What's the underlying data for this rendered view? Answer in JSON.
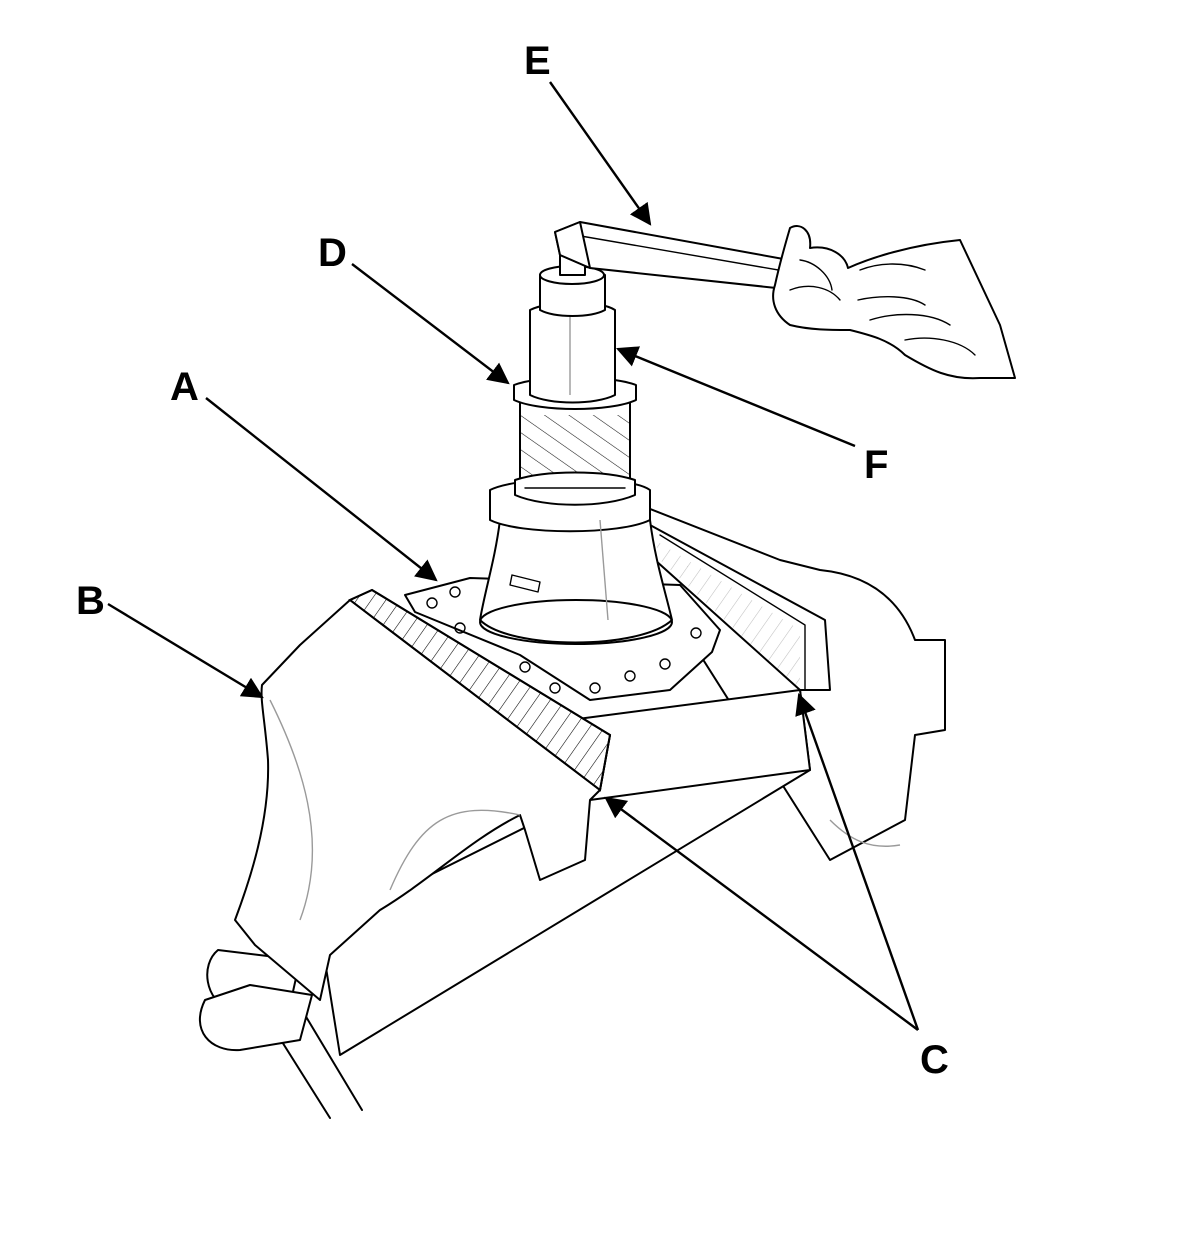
{
  "labels": {
    "a": "A",
    "b": "B",
    "c": "C",
    "d": "D",
    "e": "E",
    "f": "F"
  },
  "colors": {
    "line": "#000000",
    "background": "#ffffff"
  }
}
